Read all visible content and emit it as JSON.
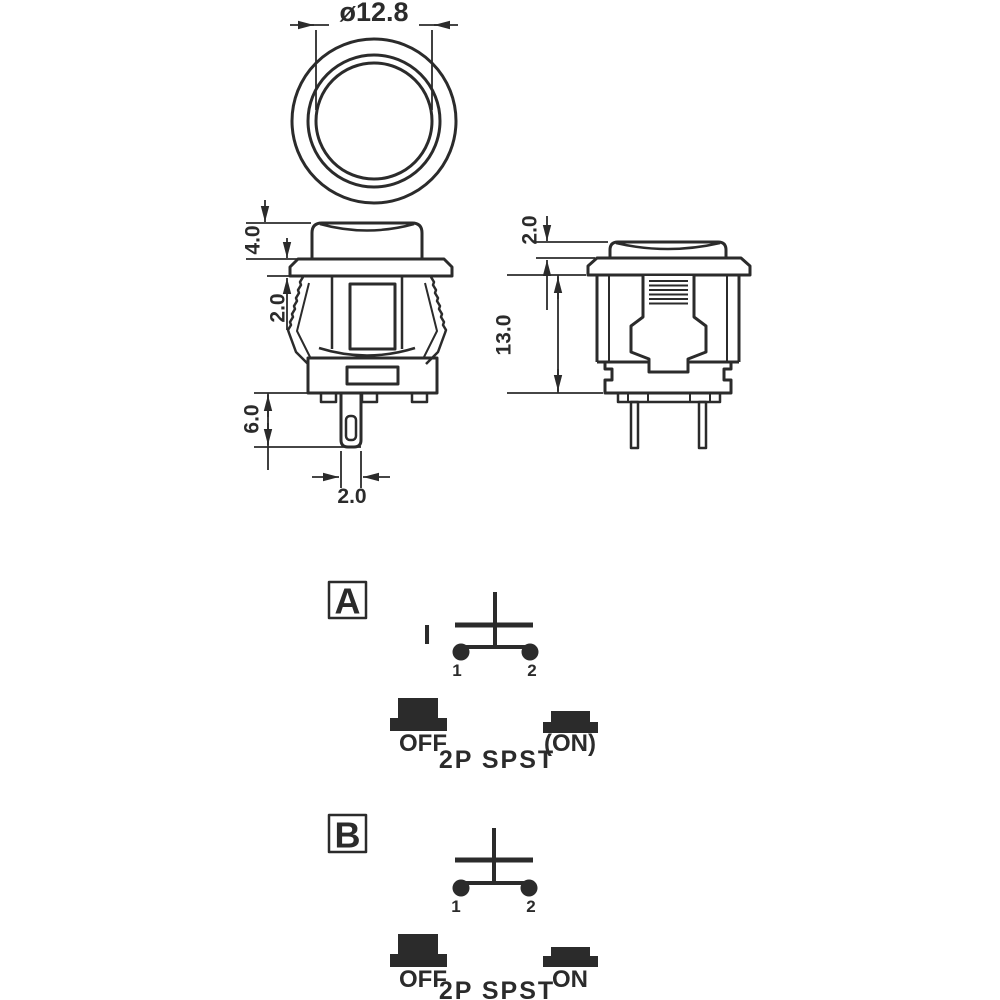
{
  "drawing": {
    "top_view": {
      "diameter_label": "ø12.8"
    },
    "front_view": {
      "cap_height": "4.0",
      "flange_thickness": "2.0",
      "terminal_length": "6.0",
      "terminal_width": "2.0"
    },
    "side_view": {
      "pressed_cap_height": "2.0",
      "body_depth": "13.0"
    },
    "schematic_a": {
      "label": "A",
      "indicator_mark": "I",
      "terminal_1": "1",
      "terminal_2": "2",
      "state_left": "OFF",
      "state_right": "(ON)",
      "circuit_type": "2P SPST"
    },
    "schematic_b": {
      "label": "B",
      "terminal_1": "1",
      "terminal_2": "2",
      "state_left": "OFF",
      "state_right": "ON",
      "circuit_type": "2P SPST"
    },
    "colors": {
      "line": "#2b2b2b",
      "background": "#ffffff"
    }
  }
}
